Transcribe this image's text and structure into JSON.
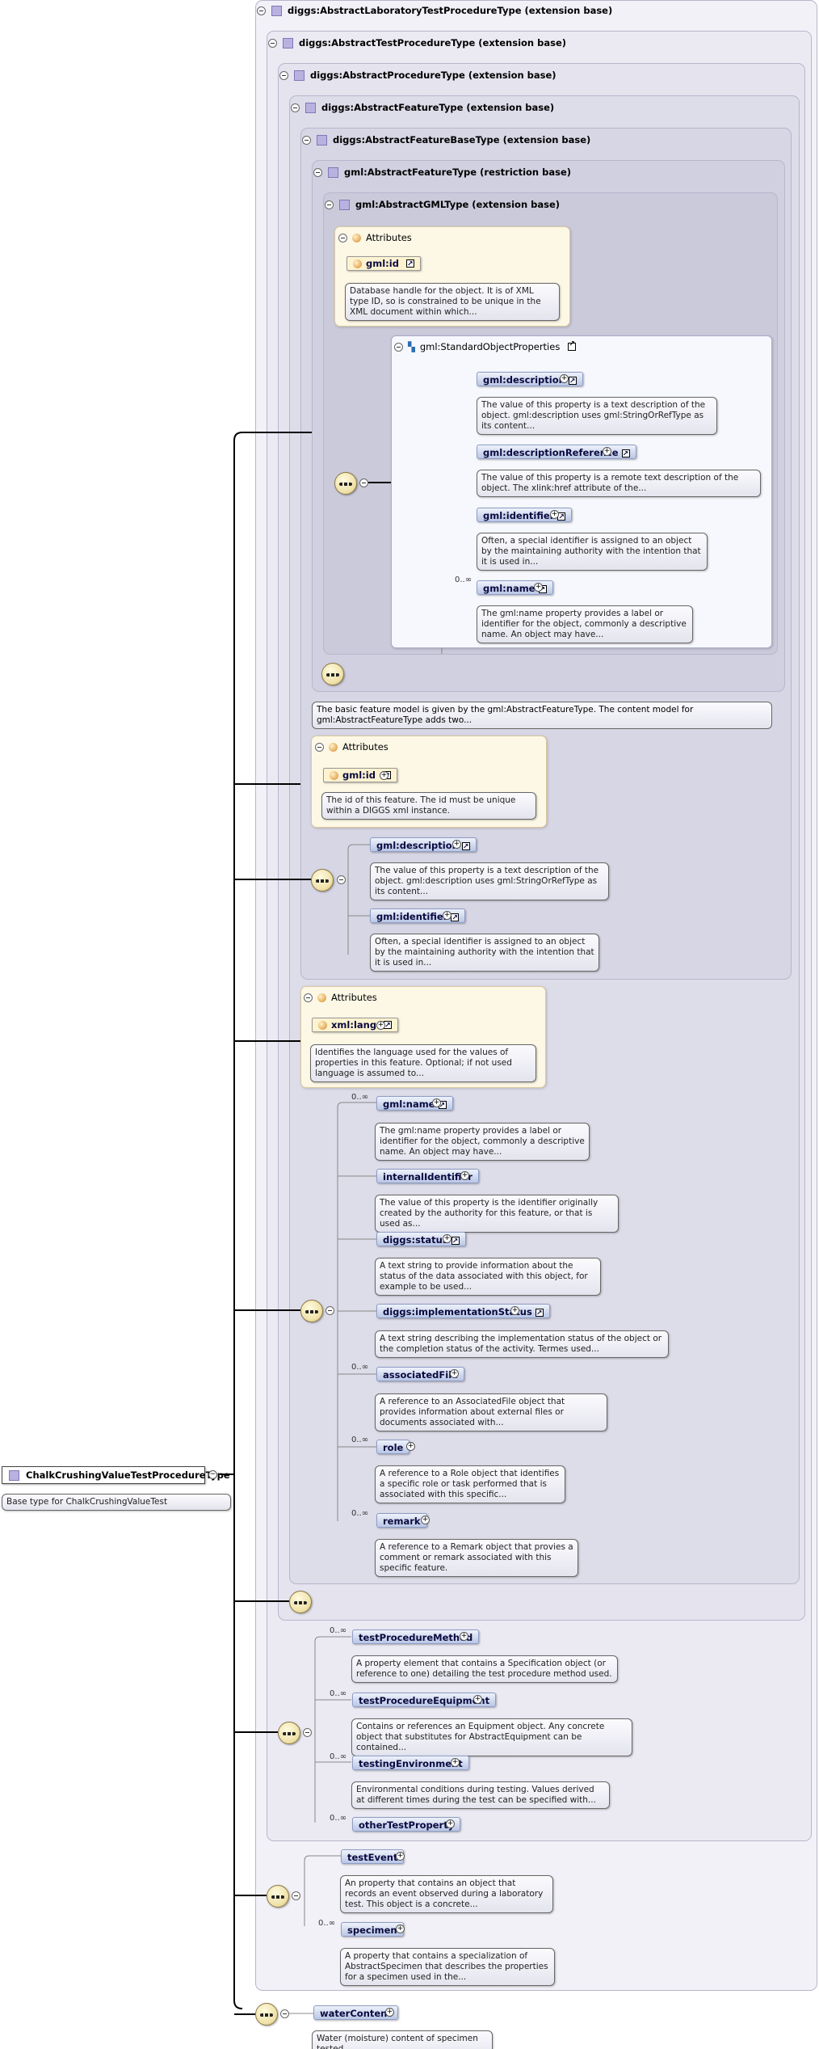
{
  "root": {
    "name": "ChalkCrushingValueTestProcedureType",
    "doc": "Base type for ChalkCrushingValueTest"
  },
  "ext": {
    "lab": "diggs:AbstractLaboratoryTestProcedureType (extension base)",
    "test": "diggs:AbstractTestProcedureType (extension base)",
    "proc": "diggs:AbstractProcedureType (extension base)",
    "feat": "diggs:AbstractFeatureType (extension base)",
    "fbase": "diggs:AbstractFeatureBaseType (extension base)",
    "gmlfeat": "gml:AbstractFeatureType (restriction base)",
    "gmltype": "gml:AbstractGMLType (extension base)"
  },
  "attrs_label": "Attributes",
  "gml_id": {
    "name": "gml:id",
    "doc": "Database handle for the object. It is of XML type ID, so is constrained to be unique in the XML document within which..."
  },
  "sop": {
    "title": "gml:StandardObjectProperties",
    "items": [
      {
        "name": "gml:description",
        "doc": "The value of this property is a text description of the object. gml:description uses gml:StringOrRefType as its content..."
      },
      {
        "name": "gml:descriptionReference",
        "doc": "The value of this property is a remote text description of the object. The xlink:href attribute of the..."
      },
      {
        "name": "gml:identifier",
        "doc": "Often, a special identifier is assigned to an object by the maintaining authority with the intention that it is used in..."
      },
      {
        "name": "gml:name",
        "card": "0..∞",
        "doc": "The gml:name property provides a label or identifier for the object, commonly a descriptive name. An object may have..."
      }
    ]
  },
  "feat_note": "The basic feature model is given by the gml:AbstractFeatureType. The content model for gml:AbstractFeatureType adds two...",
  "fb_id": {
    "name": "gml:id",
    "doc": "The id of this feature. The id must be unique within a DIGGS xml instance."
  },
  "fb_seq": [
    {
      "name": "gml:description",
      "doc": "The value of this property is a text description of the object. gml:description uses gml:StringOrRefType as its content..."
    },
    {
      "name": "gml:identifier",
      "doc": "Often, a special identifier is assigned to an object by the maintaining authority with the intention that it is used in..."
    }
  ],
  "xml_lang": {
    "name": "xml:lang",
    "doc": "Identifies the language used for the values of properties in this feature. Optional; if not used language is assumed to..."
  },
  "feat_seq": [
    {
      "name": "gml:name",
      "card": "0..∞",
      "doc": "The gml:name property provides a label or identifier for the object, commonly a descriptive name. An object may have..."
    },
    {
      "name": "internalIdentifier",
      "card": "",
      "doc": "The value of this property is the identifier originally created by the authority for this feature, or that is used as..."
    },
    {
      "name": "diggs:status",
      "card": "",
      "doc": "A text string to provide information about the status of the data associated with this object, for example to be used..."
    },
    {
      "name": "diggs:implementationStatus",
      "card": "",
      "doc": "A text string describing the implementation status of the object or the completion status of the activity. Termes used..."
    },
    {
      "name": "associatedFile",
      "card": "0..∞",
      "doc": "A reference to an AssociatedFile object that provides information about external files or documents associated with..."
    },
    {
      "name": "role",
      "card": "0..∞",
      "doc": "A reference to a Role object that identifies a specific role or task performed that is associated with this specific..."
    },
    {
      "name": "remark",
      "card": "0..∞",
      "doc": "A reference to a Remark object that provies a comment or remark associated with this specific feature."
    }
  ],
  "test_seq": [
    {
      "name": "testProcedureMethod",
      "card": "0..∞",
      "doc": "A property element that contains a Specification object (or reference to one) detailing the test procedure method used."
    },
    {
      "name": "testProcedureEquipment",
      "card": "0..∞",
      "doc": "Contains or references an Equipment object. Any concrete object that substitutes for AbstractEquipment can be contained..."
    },
    {
      "name": "testingEnvironment",
      "card": "0..∞",
      "doc": "Environmental conditions during testing. Values derived at different times during the test can be specified with..."
    },
    {
      "name": "otherTestProperty",
      "card": "0..∞",
      "doc": ""
    }
  ],
  "lab_seq": [
    {
      "name": "testEvent",
      "card": "",
      "doc": "An property that contains an object that records an event observed during a laboratory test. This object is a concrete..."
    },
    {
      "name": "specimen",
      "card": "0..∞",
      "doc": "A property that contains a specialization of AbstractSpecimen that describes the properties for a specimen used in the..."
    }
  ],
  "water": {
    "name": "waterContent",
    "doc": "Water (moisture) content of specimen tested"
  }
}
